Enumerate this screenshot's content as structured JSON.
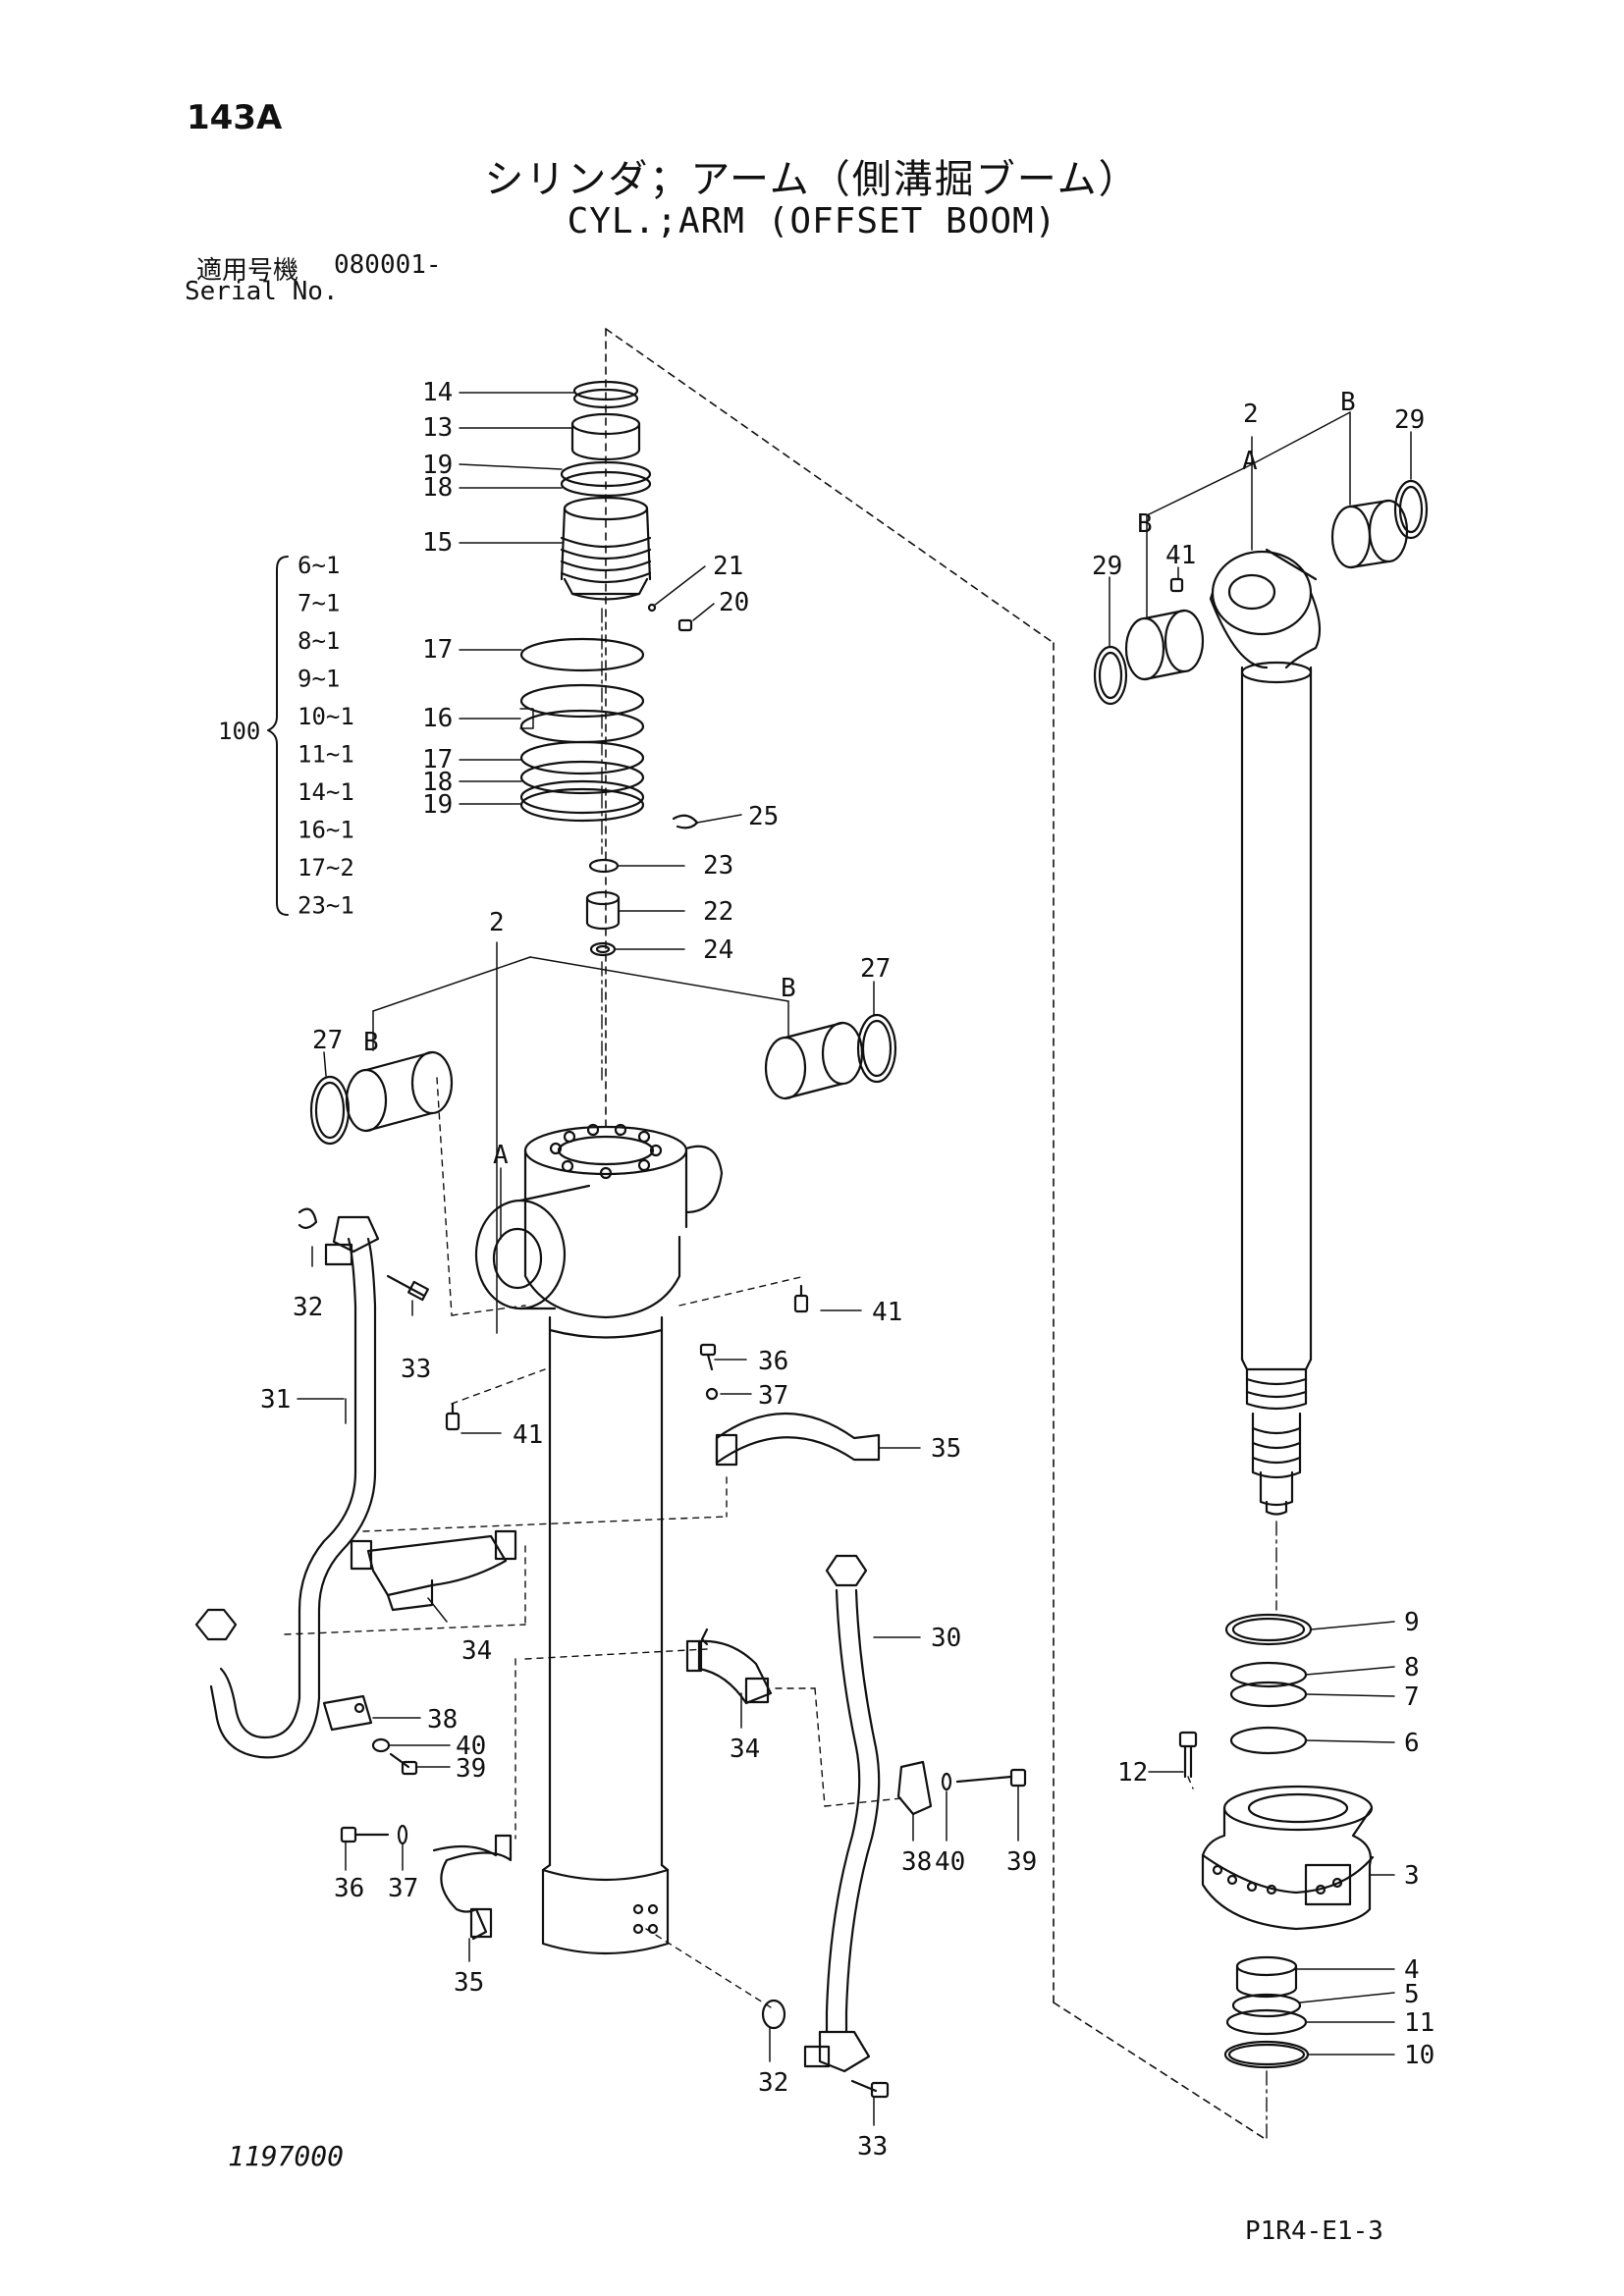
{
  "header": {
    "page_number": "143A",
    "title_ja": "シリンダ；アーム（側溝掘ブーム）",
    "title_en": "CYL.;ARM (OFFSET BOOM)",
    "serial_label_ja": "適用号機",
    "serial_value": "080001-",
    "serial_label_en": "Serial No."
  },
  "footer": {
    "drawing_number": "1197000",
    "figure_code": "P1R4-E1-3"
  },
  "kit": {
    "number": "100",
    "items": [
      "6~1",
      "7~1",
      "8~1",
      "9~1",
      "10~1",
      "11~1",
      "14~1",
      "16~1",
      "17~2",
      "23~1"
    ]
  },
  "callouts": {
    "c14": "14",
    "c13": "13",
    "c19a": "19",
    "c18a": "18",
    "c15": "15",
    "c21": "21",
    "c20": "20",
    "c17a": "17",
    "c16": "16",
    "c17b": "17",
    "c18b": "18",
    "c19b": "19",
    "c25": "25",
    "c23": "23",
    "c22": "22",
    "c24": "24",
    "c2a": "2",
    "c27a": "27",
    "cBa": "B",
    "cBb": "B",
    "c27b": "27",
    "cAa": "A",
    "c32a": "32",
    "c33a": "33",
    "c41a": "41",
    "c41b": "41",
    "c36a": "36",
    "c37a": "37",
    "c35a": "35",
    "c31": "31",
    "c34a": "34",
    "c38a": "38",
    "c40a": "40",
    "c39a": "39",
    "c30": "30",
    "c34b": "34",
    "c38b": "38",
    "c40b": "40",
    "c39b": "39",
    "c36b": "36",
    "c37b": "37",
    "c35b": "35",
    "c32b": "32",
    "c33b": "33",
    "c2b": "2",
    "cAb": "A",
    "cBc": "B",
    "cBd": "B",
    "c29a": "29",
    "c29b": "29",
    "c41c": "41",
    "c9": "9",
    "c8": "8",
    "c7": "7",
    "c6": "6",
    "c12": "12",
    "c3": "3",
    "c4": "4",
    "c5": "5",
    "c11": "11",
    "c10": "10"
  }
}
